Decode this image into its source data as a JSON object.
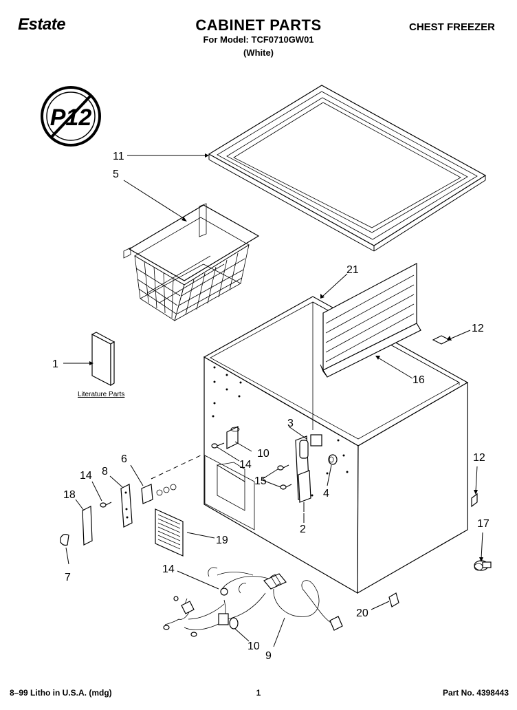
{
  "header": {
    "brand": "Estate",
    "title": "CABINET PARTS",
    "model": "For Model: TCF0710GW01",
    "color": "(White)",
    "product": "CHEST FREEZER"
  },
  "badge": {
    "text": "P12"
  },
  "literature_label": "Literature Parts",
  "callouts": {
    "c1": "1",
    "c2": "2",
    "c3": "3",
    "c4": "4",
    "c5": "5",
    "c6": "6",
    "c7": "7",
    "c8": "8",
    "c9": "9",
    "c10a": "10",
    "c10b": "10",
    "c11": "11",
    "c12a": "12",
    "c12b": "12",
    "c14a": "14",
    "c14b": "14",
    "c14c": "14",
    "c15": "15",
    "c16": "16",
    "c17": "17",
    "c18": "18",
    "c19": "19",
    "c20": "20",
    "c21": "21"
  },
  "footer": {
    "left": "8–99 Litho in U.S.A. (mdg)",
    "page": "1",
    "part_no": "Part No. 4398443"
  }
}
